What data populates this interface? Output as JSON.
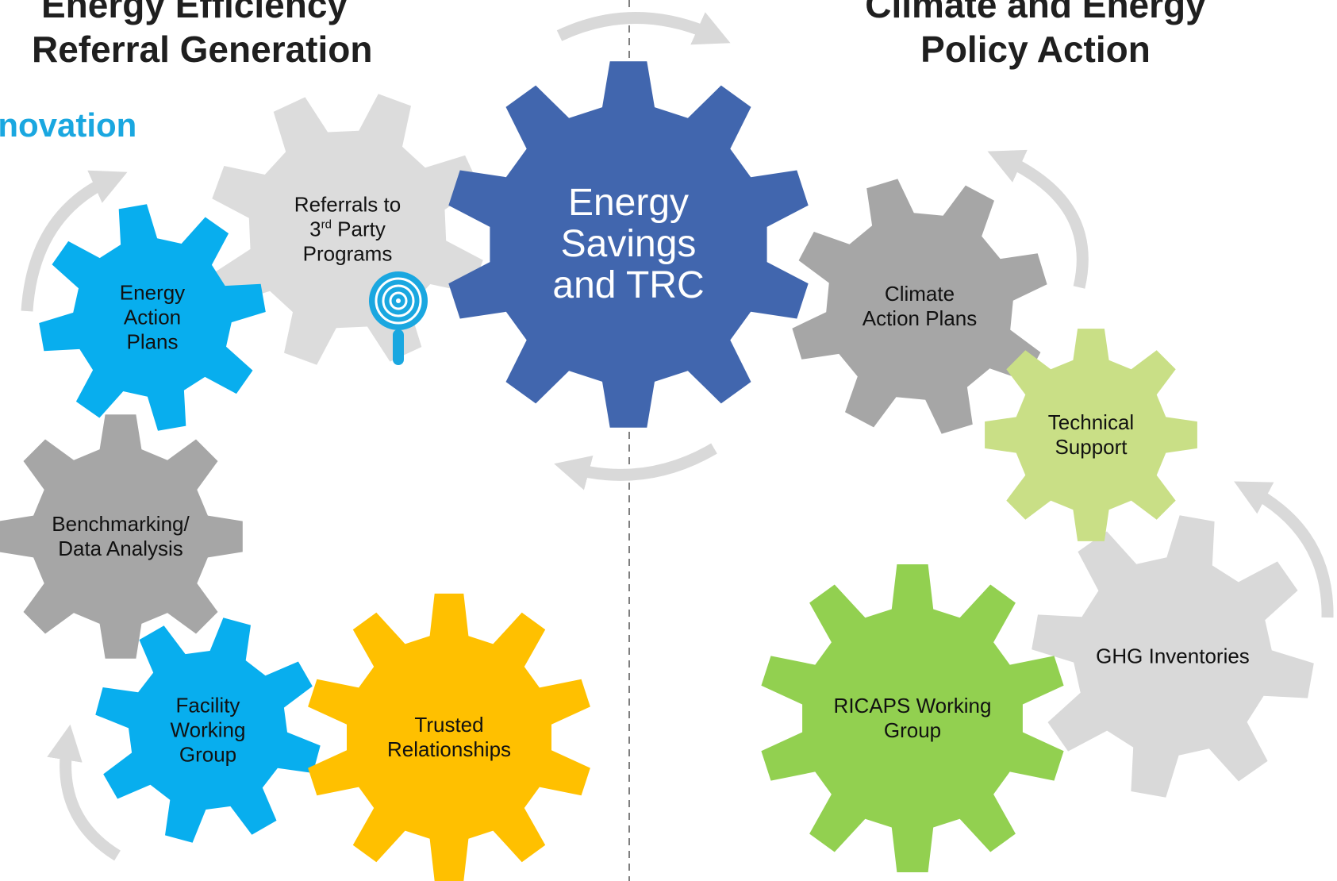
{
  "headings": {
    "left_line1": "Energy Efficiency",
    "left_line2": "Referral Generation",
    "left_sub": "Innovation",
    "right_line1": "Climate and Energy",
    "right_line2": "Policy Action"
  },
  "gears": {
    "center": {
      "lines": [
        "Energy",
        "Savings",
        "and TRC"
      ],
      "color": "#4166ae"
    },
    "referrals": {
      "line1": "Referrals to",
      "line2_main": "3",
      "line2_sup": "rd",
      "line2_rest": " Party",
      "line3": "Programs",
      "color": "#dcdcdc"
    },
    "energy_action_plans": {
      "lines": [
        "Energy",
        "Action",
        "Plans"
      ],
      "color": "#08aeee"
    },
    "benchmarking": {
      "lines": [
        "Benchmarking/",
        "Data Analysis"
      ],
      "color": "#a6a6a6"
    },
    "facility_working_group": {
      "lines": [
        "Facility",
        "Working",
        "Group"
      ],
      "color": "#08aeee"
    },
    "trusted_relationships": {
      "lines": [
        "Trusted",
        "Relationships"
      ],
      "color": "#ffc000"
    },
    "climate_action_plans": {
      "lines": [
        "Climate",
        "Action Plans"
      ],
      "color": "#a6a6a6"
    },
    "technical_support": {
      "lines": [
        "Technical",
        "Support"
      ],
      "color": "#c9df86"
    },
    "ghg_inventories": {
      "lines": [
        "GHG Inventories"
      ],
      "color": "#d9d9d9"
    },
    "ricaps_working_group": {
      "lines": [
        "RICAPS Working",
        "Group"
      ],
      "color": "#92d050"
    }
  },
  "icons": {
    "referral": "target-magnifier-icon",
    "icon_color": "#1aa7e0",
    "arrow_color": "#d9d9d9",
    "divider_color": "#7f7f7f"
  }
}
